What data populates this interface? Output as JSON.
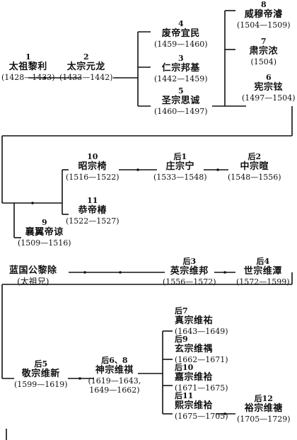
{
  "nodes": [
    {
      "id": "n1",
      "num": "1",
      "name": "太祖黎利",
      "years": "(1428—1433)"
    },
    {
      "id": "n2",
      "num": "2",
      "name": "太宗元龙",
      "years": "(1433—1442)"
    },
    {
      "id": "n4",
      "num": "4",
      "name": "废帝宜民",
      "years": "(1459—1460)"
    },
    {
      "id": "n3",
      "num": "3",
      "name": "仁宗邦基",
      "years": "(1442—1459)"
    },
    {
      "id": "n5",
      "num": "5",
      "name": "圣宗思诚",
      "years": "(1460—1497)"
    },
    {
      "id": "n8",
      "num": "8",
      "name": "威穆帝濬",
      "years": "(1504—1509)"
    },
    {
      "id": "n7",
      "num": "7",
      "name": "肃宗浓",
      "years": "(1504)"
    },
    {
      "id": "n6",
      "num": "6",
      "name": "宪宗铉",
      "years": "(1497—1504)"
    },
    {
      "id": "n10",
      "num": "10",
      "name": "昭宗椅",
      "years": "(1516—1522)"
    },
    {
      "id": "h1",
      "num": "后1",
      "name": "庄宗宁",
      "years": "(1533—1548)"
    },
    {
      "id": "h2",
      "num": "后2",
      "name": "中宗暄",
      "years": "(1548—1556)"
    },
    {
      "id": "n11",
      "num": "11",
      "name": "恭帝椿",
      "years": "(1522—1527)"
    },
    {
      "id": "n9",
      "num": "9",
      "name": "襄翼帝谅",
      "years": "(1509—1516)"
    },
    {
      "id": "lgc",
      "num": "",
      "name": "蓝国公黎除",
      "years": "",
      "note": "(太祖兄)"
    },
    {
      "id": "h3",
      "num": "后3",
      "name": "英宗维邦",
      "years": "(1556—1572)"
    },
    {
      "id": "h4",
      "num": "后4",
      "name": "世宗维潭",
      "years": "(1572—1599)"
    },
    {
      "id": "h5",
      "num": "后5",
      "name": "敬宗维新",
      "years": "(1599—1619)"
    },
    {
      "id": "h68",
      "num": "后6、8",
      "name": "神宗维祺",
      "years": "(1619—1643,",
      "years2": "1649—1662)"
    },
    {
      "id": "h7",
      "num": "后7",
      "name": "真宗维祐",
      "years": "(1643—1649)"
    },
    {
      "id": "h9",
      "num": "后9",
      "name": "玄宗维禑",
      "years": "(1662—1671)"
    },
    {
      "id": "h10",
      "num": "后10",
      "name": "嘉宗维袷",
      "years": "(1671—1675)"
    },
    {
      "id": "h11",
      "num": "后11",
      "name": "熙宗维袷",
      "years": "(1675—1705)"
    },
    {
      "id": "h12",
      "num": "后12",
      "name": "裕宗维禟",
      "years": "(1705—1729)"
    }
  ]
}
